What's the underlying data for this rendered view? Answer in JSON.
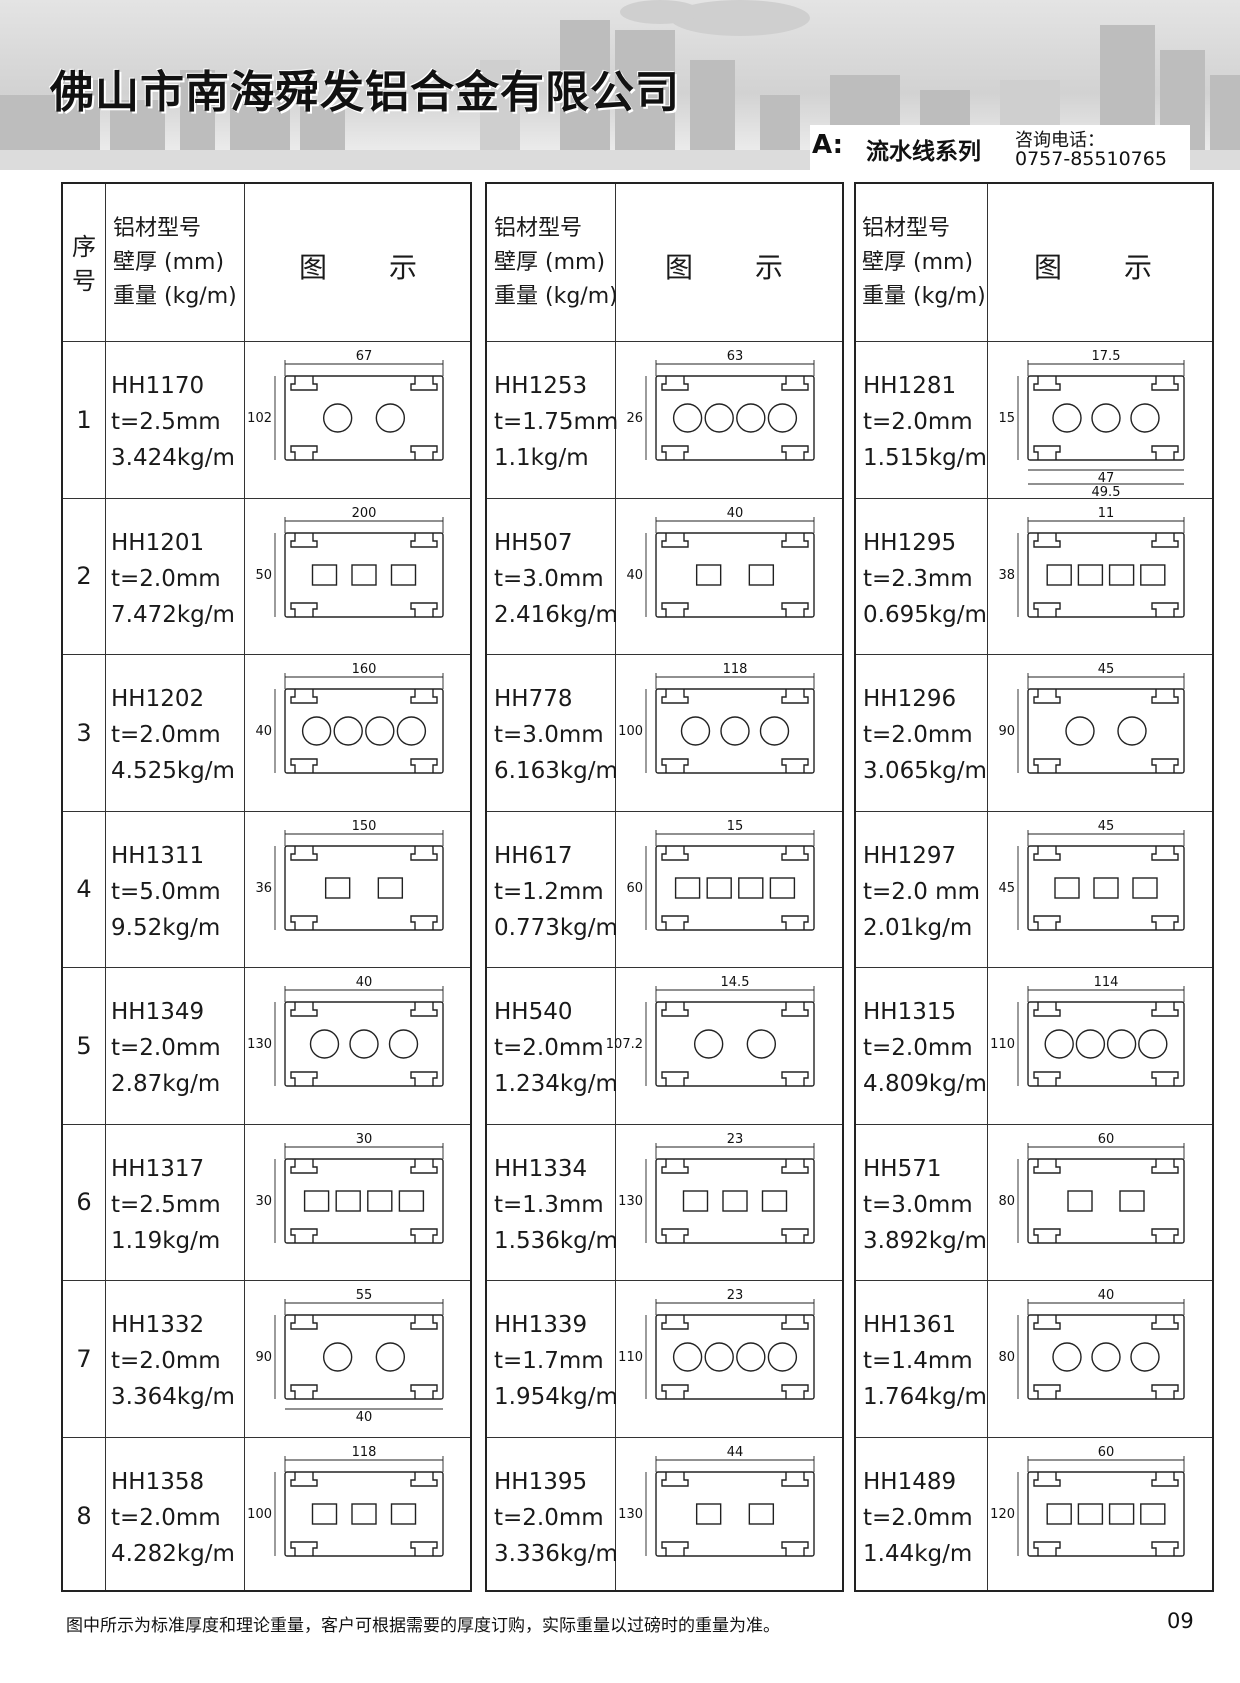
{
  "header": {
    "company": "佛山市南海舜发铝合金有限公司",
    "series_code": "A:",
    "series_name": "流水线系列",
    "contact_label": "咨询电话：",
    "contact_phone": "0757-85510765"
  },
  "table_header": {
    "seq_line1": "序",
    "seq_line2": "号",
    "spec_line1": "铝材型号",
    "spec_line2": "壁厚 (mm)",
    "spec_line3": "重量 (kg/m)",
    "fig_char1": "图",
    "fig_char2": "示"
  },
  "seq": [
    "1",
    "2",
    "3",
    "4",
    "5",
    "6",
    "7",
    "8"
  ],
  "columns": [
    {
      "items": [
        {
          "model": "HH1170",
          "thickness": "t=2.5mm",
          "weight": "3.424kg/m",
          "dims": [
            "67",
            "102"
          ]
        },
        {
          "model": "HH1201",
          "thickness": "t=2.0mm",
          "weight": "7.472kg/m",
          "dims": [
            "200",
            "50"
          ]
        },
        {
          "model": "HH1202",
          "thickness": "t=2.0mm",
          "weight": "4.525kg/m",
          "dims": [
            "160",
            "40"
          ]
        },
        {
          "model": "HH1311",
          "thickness": "t=5.0mm",
          "weight": "9.52kg/m",
          "dims": [
            "150",
            "36"
          ]
        },
        {
          "model": "HH1349",
          "thickness": "t=2.0mm",
          "weight": "2.87kg/m",
          "dims": [
            "40",
            "130"
          ]
        },
        {
          "model": "HH1317",
          "thickness": "t=2.5mm",
          "weight": "1.19kg/m",
          "dims": [
            "30",
            "30"
          ]
        },
        {
          "model": "HH1332",
          "thickness": "t=2.0mm",
          "weight": "3.364kg/m",
          "dims": [
            "55",
            "90",
            "40"
          ]
        },
        {
          "model": "HH1358",
          "thickness": "t=2.0mm",
          "weight": "4.282kg/m",
          "dims": [
            "118",
            "100"
          ]
        }
      ]
    },
    {
      "items": [
        {
          "model": "HH1253",
          "thickness": "t=1.75mm",
          "weight": "1.1kg/m",
          "dims": [
            "63",
            "26"
          ]
        },
        {
          "model": "HH507",
          "thickness": "t=3.0mm",
          "weight": "2.416kg/m",
          "dims": [
            "40",
            "40"
          ]
        },
        {
          "model": "HH778",
          "thickness": "t=3.0mm",
          "weight": "6.163kg/m",
          "dims": [
            "118",
            "100"
          ]
        },
        {
          "model": "HH617",
          "thickness": "t=1.2mm",
          "weight": "0.773kg/m",
          "dims": [
            "15",
            "60"
          ]
        },
        {
          "model": "HH540",
          "thickness": "t=2.0mm",
          "weight": "1.234kg/m",
          "dims": [
            "14.5",
            "107.2"
          ]
        },
        {
          "model": "HH1334",
          "thickness": "t=1.3mm",
          "weight": "1.536kg/m",
          "dims": [
            "23",
            "130"
          ]
        },
        {
          "model": "HH1339",
          "thickness": "t=1.7mm",
          "weight": "1.954kg/m",
          "dims": [
            "23",
            "110"
          ]
        },
        {
          "model": "HH1395",
          "thickness": "t=2.0mm",
          "weight": "3.336kg/m",
          "dims": [
            "44",
            "130"
          ]
        }
      ]
    },
    {
      "items": [
        {
          "model": "HH1281",
          "thickness": "t=2.0mm",
          "weight": "1.515kg/m",
          "dims": [
            "17.5",
            "15",
            "47",
            "49.5"
          ]
        },
        {
          "model": "HH1295",
          "thickness": "t=2.3mm",
          "weight": "0.695kg/m",
          "dims": [
            "11",
            "38"
          ]
        },
        {
          "model": "HH1296",
          "thickness": "t=2.0mm",
          "weight": "3.065kg/m",
          "dims": [
            "45",
            "90"
          ]
        },
        {
          "model": "HH1297",
          "thickness": "t=2.0 mm",
          "weight": "2.01kg/m",
          "dims": [
            "45",
            "45"
          ]
        },
        {
          "model": "HH1315",
          "thickness": "t=2.0mm",
          "weight": "4.809kg/m",
          "dims": [
            "114",
            "110"
          ]
        },
        {
          "model": "HH571",
          "thickness": "t=3.0mm",
          "weight": "3.892kg/m",
          "dims": [
            "60",
            "80"
          ]
        },
        {
          "model": "HH1361",
          "thickness": "t=1.4mm",
          "weight": "1.764kg/m",
          "dims": [
            "40",
            "80"
          ]
        },
        {
          "model": "HH1489",
          "thickness": "t=2.0mm",
          "weight": "1.44kg/m",
          "dims": [
            "60",
            "120"
          ]
        }
      ]
    }
  ],
  "footer": {
    "note": "图中所示为标准厚度和理论重量，客户可根据需要的厚度订购，实际重量以过磅时的重量为准。",
    "page": "09"
  }
}
